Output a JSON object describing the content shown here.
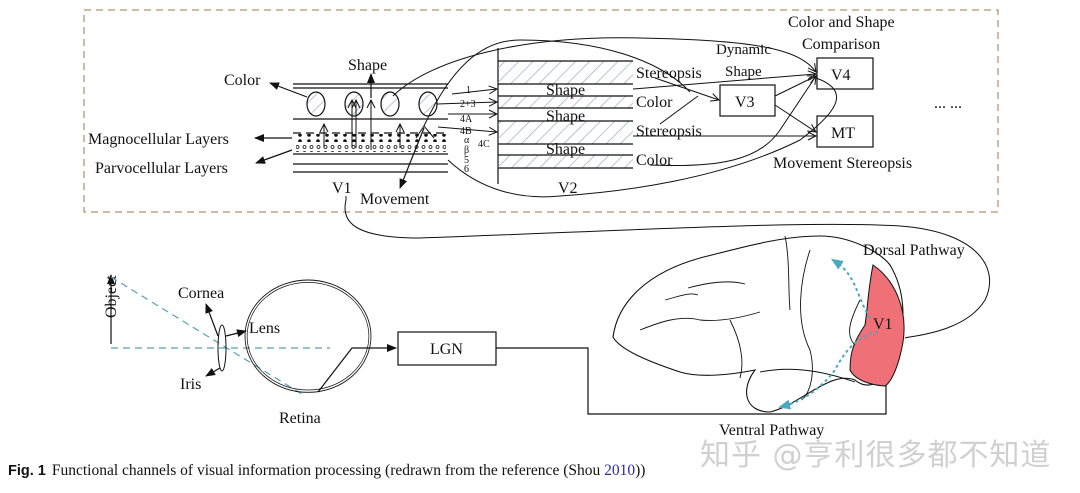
{
  "figure": {
    "number": "Fig. 1",
    "caption_text": "Functional channels of visual information processing (redrawn from the reference (Shou ",
    "caption_cite_year": "2010",
    "caption_tail": "))"
  },
  "top_panel": {
    "v1": {
      "label": "V1",
      "color_label": "Color",
      "shape_label": "Shape",
      "movement_label": "Movement",
      "magno_label": "Magnocellular Layers",
      "parvo_label": "Parvocellular Layers",
      "layers": [
        "1",
        "2+3",
        "4A",
        "4B",
        "α",
        "β",
        "5",
        "6"
      ],
      "layer_4c_label": "4C"
    },
    "v2": {
      "label": "V2",
      "stripe_labels": [
        "Shape",
        "Shape",
        "Shape"
      ],
      "outputs": [
        "Stereopsis",
        "Color",
        "Stereopsis",
        "Color"
      ]
    },
    "v3": {
      "label": "V3",
      "annotation_line1": "Dynamic",
      "annotation_line2": "Shape"
    },
    "v4": {
      "label": "V4",
      "annotation_line1": "Color and Shape",
      "annotation_line2": "Comparison"
    },
    "mt": {
      "label": "MT",
      "annotation": "Movement Stereopsis"
    },
    "ellipsis": "... ..."
  },
  "bottom_panel": {
    "eye": {
      "object_label": "Object",
      "cornea_label": "Cornea",
      "lens_label": "Lens",
      "iris_label": "Iris",
      "retina_label": "Retina"
    },
    "lgn_label": "LGN",
    "brain": {
      "v1_label": "V1",
      "dorsal_label": "Dorsal Pathway",
      "ventral_label": "Ventral Pathway"
    }
  },
  "colors": {
    "v1_region": "#f07078",
    "pathway_arrows": "#4aa8c0",
    "light_rays": "#5aa0b8",
    "hatch": "#8fa8c8",
    "dashed_frame": "#a0784a",
    "cite_link": "#2a2aa8"
  },
  "watermark": "知乎 @亨利很多都不知道"
}
